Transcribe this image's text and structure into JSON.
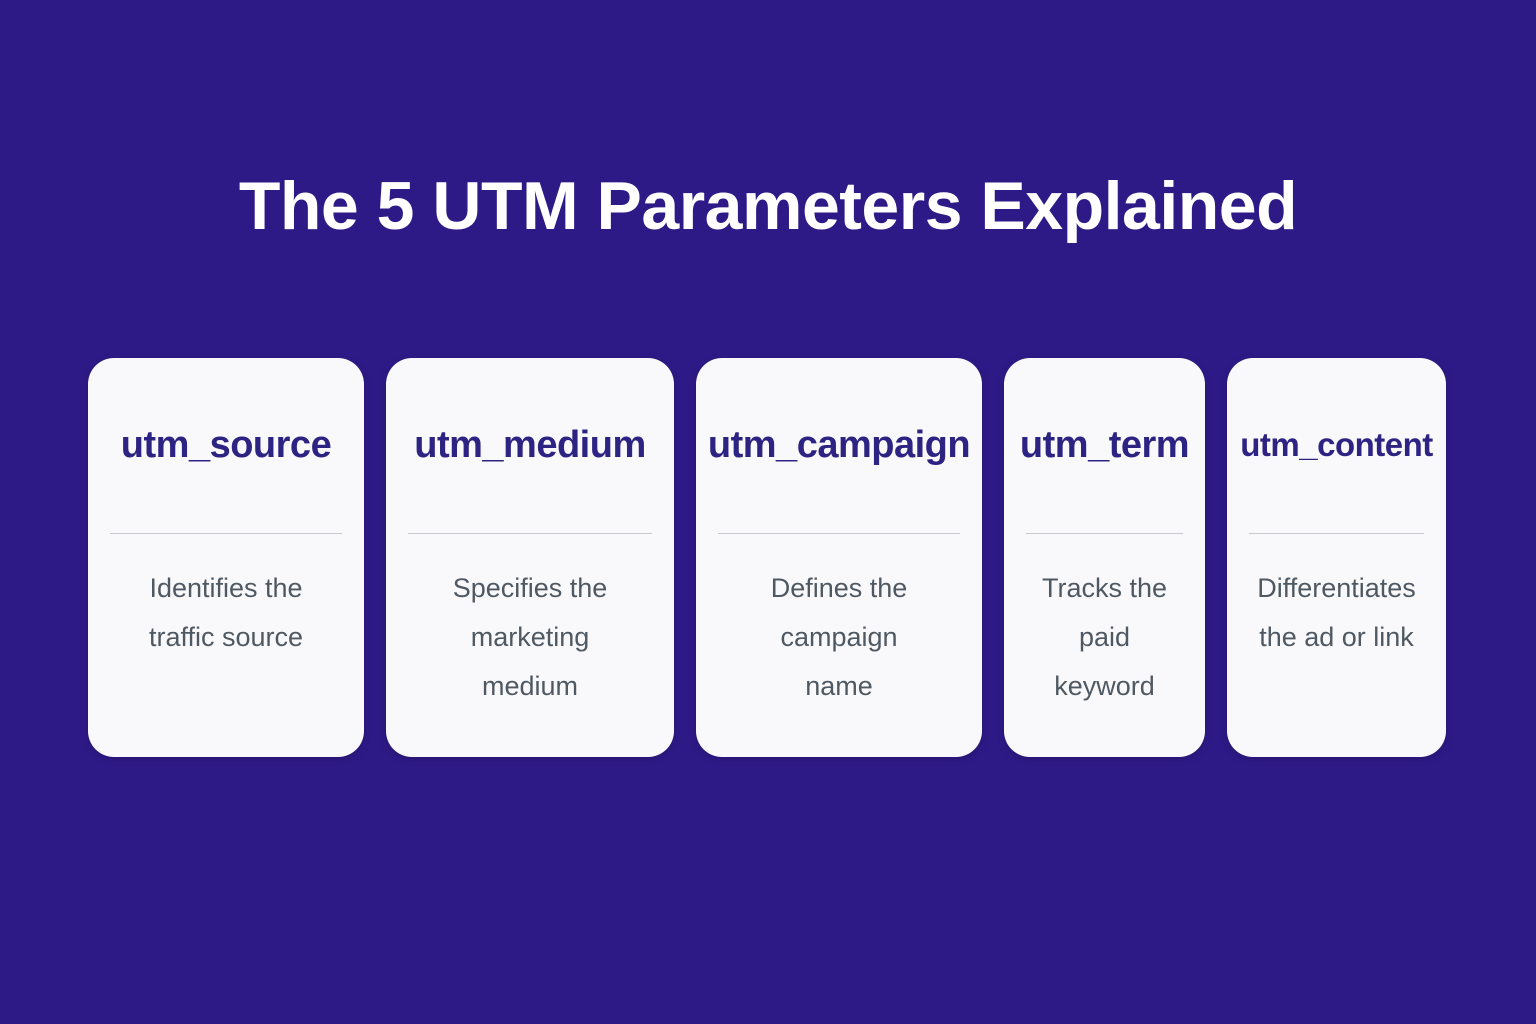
{
  "page": {
    "title": "The 5 UTM Parameters Explained"
  },
  "cards": [
    {
      "title": "utm_source",
      "lines": [
        "Identifies the",
        "traffic source"
      ]
    },
    {
      "title": "utm_medium",
      "lines": [
        "Specifies the",
        "marketing",
        "medium"
      ]
    },
    {
      "title": "utm_campaign",
      "lines": [
        "Defines the",
        "campaign",
        "name"
      ]
    },
    {
      "title": "utm_term",
      "lines": [
        "Tracks the",
        "paid",
        "keyword"
      ]
    },
    {
      "title": "utm_content",
      "lines": [
        "Differentiates",
        "the ad or link"
      ]
    }
  ],
  "colors": {
    "background": "#2e1a87",
    "card_background": "#f9f9fb",
    "card_title": "#2d2382",
    "card_description": "#4f5963",
    "divider": "#c8c8cd",
    "title_text": "#ffffff"
  }
}
